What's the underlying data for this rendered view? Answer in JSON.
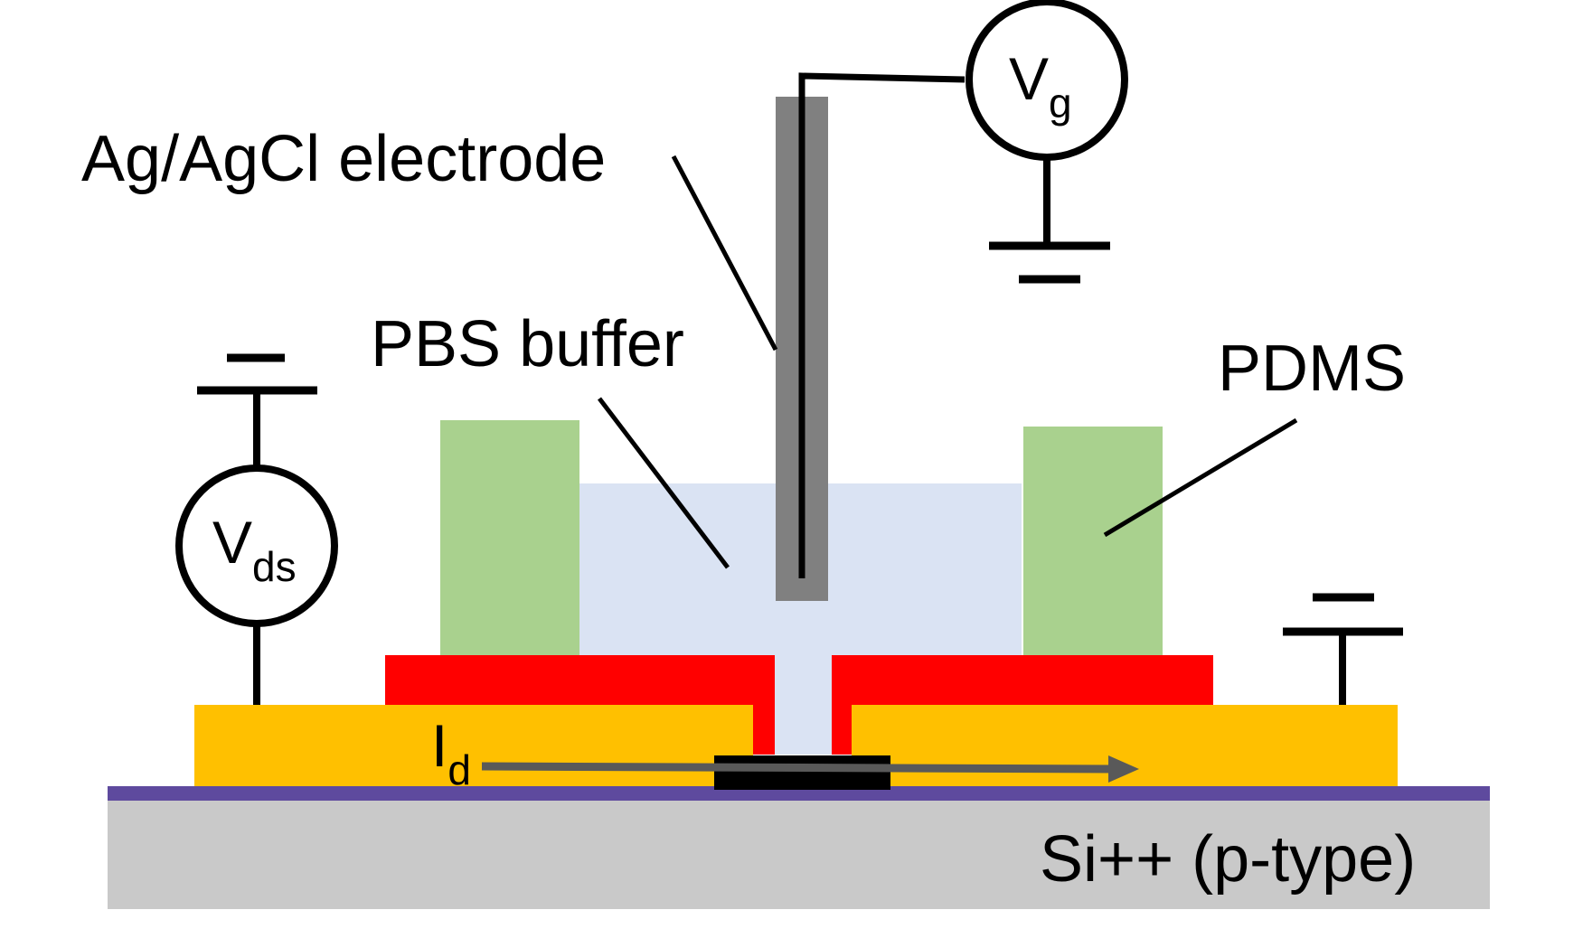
{
  "labels": {
    "electrode": "Ag/AgCl electrode",
    "buffer": "PBS buffer",
    "pdms": "PDMS",
    "substrate": "Si++ (p-type)"
  },
  "symbols": {
    "gate_voltage": {
      "main": "V",
      "sub": "g"
    },
    "drain_source_voltage": {
      "main": "V",
      "sub": "ds"
    },
    "drain_current": {
      "main": "I",
      "sub": "d"
    }
  },
  "colors": {
    "substrate": "#C9C9C9",
    "oxide": "#5E4A9E",
    "gold_contacts": "#FFC000",
    "passivation": "#FF0000",
    "pdms": "#A9D18E",
    "buffer": "#DAE3F3",
    "electrode": "#808080",
    "channel": "#000000",
    "current_arrow": "#595959",
    "wires": "#000000"
  }
}
